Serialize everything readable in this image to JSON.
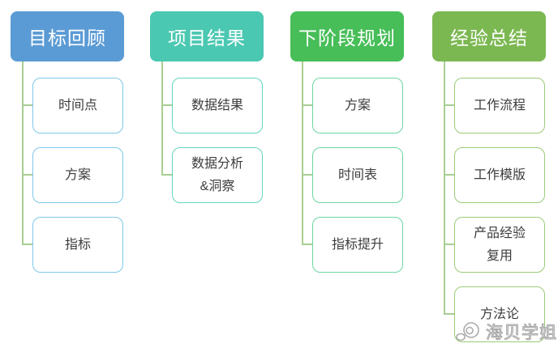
{
  "diagram": {
    "background_color": "#ffffff",
    "connector_color": "#A7CE92",
    "columns": [
      {
        "title": "目标回顾",
        "header_color": "#5B9BD5",
        "node_border_color": "#7EC8EA",
        "children": [
          {
            "label": "时间点"
          },
          {
            "label": "方案"
          },
          {
            "label": "指标"
          }
        ]
      },
      {
        "title": "项目结果",
        "header_color": "#4BC8B2",
        "node_border_color": "#63D6C0",
        "children": [
          {
            "label": "数据结果"
          },
          {
            "label": "数据分析\n&洞察"
          }
        ]
      },
      {
        "title": "下阶段规划",
        "header_color": "#47BE58",
        "node_border_color": "#6CD6A4",
        "children": [
          {
            "label": "方案"
          },
          {
            "label": "时间表"
          },
          {
            "label": "指标提升"
          }
        ]
      },
      {
        "title": "经验总结",
        "header_color": "#7CB852",
        "node_border_color": "#9BCB77",
        "children": [
          {
            "label": "工作流程"
          },
          {
            "label": "工作模版"
          },
          {
            "label": "产品经验\n复用"
          },
          {
            "label": "方法论"
          }
        ]
      }
    ]
  },
  "watermark": {
    "text": "海贝学姐",
    "icon": "shell-logo-icon",
    "color": "#a3a3a3"
  }
}
